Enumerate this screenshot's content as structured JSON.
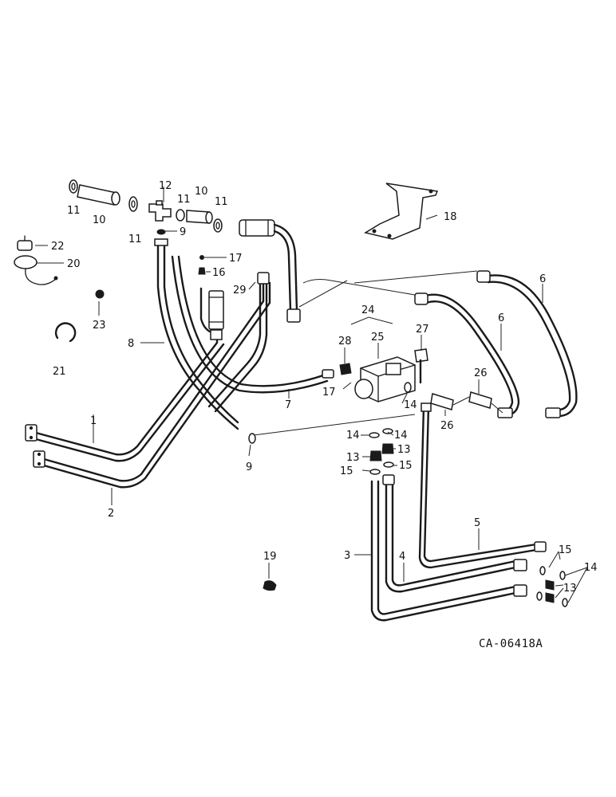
{
  "drawing_code": "CA-06418A",
  "callouts": [
    {
      "id": "c1",
      "label": "1"
    },
    {
      "id": "c2",
      "label": "2"
    },
    {
      "id": "c3",
      "label": "3"
    },
    {
      "id": "c4",
      "label": "4"
    },
    {
      "id": "c5",
      "label": "5"
    },
    {
      "id": "c6a",
      "label": "6"
    },
    {
      "id": "c6b",
      "label": "6"
    },
    {
      "id": "c7",
      "label": "7"
    },
    {
      "id": "c8",
      "label": "8"
    },
    {
      "id": "c9a",
      "label": "9"
    },
    {
      "id": "c9b",
      "label": "9"
    },
    {
      "id": "c10a",
      "label": "10"
    },
    {
      "id": "c10b",
      "label": "10"
    },
    {
      "id": "c11a",
      "label": "11"
    },
    {
      "id": "c11b",
      "label": "11"
    },
    {
      "id": "c11c",
      "label": "11"
    },
    {
      "id": "c11d",
      "label": "11"
    },
    {
      "id": "c12",
      "label": "12"
    },
    {
      "id": "c13a",
      "label": "13"
    },
    {
      "id": "c13b",
      "label": "13"
    },
    {
      "id": "c13c",
      "label": "13"
    },
    {
      "id": "c14a",
      "label": "14"
    },
    {
      "id": "c14b",
      "label": "14"
    },
    {
      "id": "c14c",
      "label": "14"
    },
    {
      "id": "c14d",
      "label": "14"
    },
    {
      "id": "c15a",
      "label": "15"
    },
    {
      "id": "c15b",
      "label": "15"
    },
    {
      "id": "c15c",
      "label": "15"
    },
    {
      "id": "c16",
      "label": "16"
    },
    {
      "id": "c17a",
      "label": "17"
    },
    {
      "id": "c17b",
      "label": "17"
    },
    {
      "id": "c18",
      "label": "18"
    },
    {
      "id": "c19",
      "label": "19"
    },
    {
      "id": "c20",
      "label": "20"
    },
    {
      "id": "c21",
      "label": "21"
    },
    {
      "id": "c22",
      "label": "22"
    },
    {
      "id": "c23",
      "label": "23"
    },
    {
      "id": "c24",
      "label": "24"
    },
    {
      "id": "c25",
      "label": "25"
    },
    {
      "id": "c26a",
      "label": "26"
    },
    {
      "id": "c26b",
      "label": "26"
    },
    {
      "id": "c27",
      "label": "27"
    },
    {
      "id": "c28",
      "label": "28"
    },
    {
      "id": "c29",
      "label": "29"
    }
  ]
}
